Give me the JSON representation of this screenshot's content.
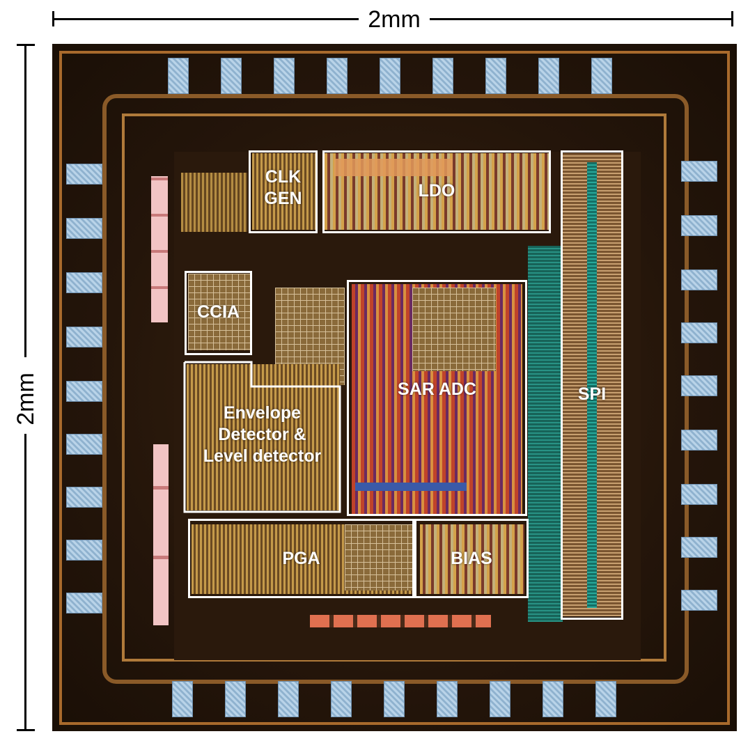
{
  "dimensions": {
    "width_label": "2mm",
    "height_label": "2mm"
  },
  "blocks": {
    "clk_gen": "CLK\nGEN",
    "ldo": "LDO",
    "spi": "SPI",
    "ccia": "CCIA",
    "sar_adc": "SAR ADC",
    "envelope": "Envelope\nDetector &\nLevel detector",
    "pga": "PGA",
    "bias": "BIAS"
  },
  "colors": {
    "annotation": "#ffffff",
    "die_background": "#24150a",
    "metal": "#a86a2c",
    "pad": "#b9d3e8"
  }
}
